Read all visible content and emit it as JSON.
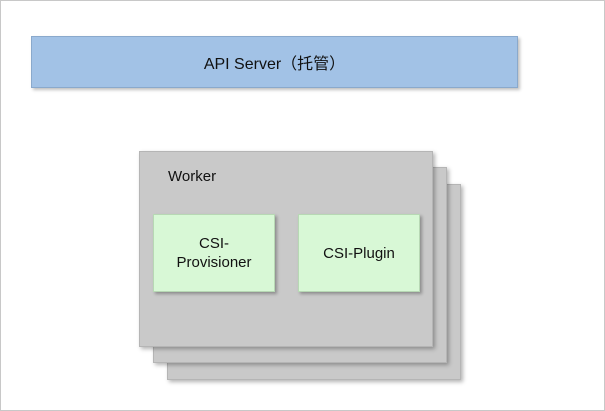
{
  "api_server": {
    "label": "API Server（托管）"
  },
  "worker": {
    "label": "Worker",
    "components": [
      {
        "lines": [
          "CSI-",
          "Provisioner"
        ]
      },
      {
        "lines": [
          "CSI-Plugin"
        ]
      }
    ]
  },
  "colors": {
    "api_server_fill": "#a2c2e6",
    "worker_fill": "#c9c9c9",
    "component_fill": "#d8f8d6"
  }
}
